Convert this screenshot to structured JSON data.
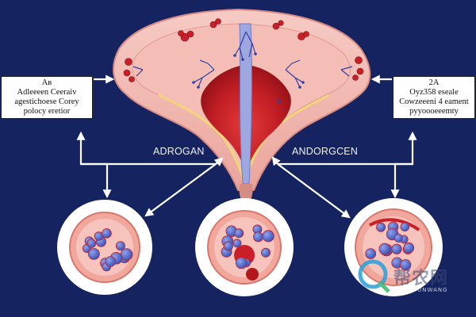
{
  "left_box": {
    "line1": "Aʙ",
    "line2": "Adleeeen Ceeraiv",
    "line3": "agestichoese Corey",
    "line4": "polocy eretior"
  },
  "right_box": {
    "line1": "2A",
    "line2": "Oyz358 eseale",
    "line3": "Cowzeeeni 4 eament",
    "line4": "pyyoooeeemty"
  },
  "hormones": {
    "left": "ADROGAN",
    "right": "ANDORGCEN"
  },
  "watermark": {
    "text_cn": "帮农网",
    "text_en": "BANGYUNWANG"
  },
  "colors": {
    "background": "#152460",
    "tissue": "#f1b6b0",
    "tissue_dark": "#e48c82",
    "vessel_red": "#c81f28",
    "cell_blue": "#5b6fcd",
    "arrow": "#ffffff",
    "urethra": "#9ea7df"
  }
}
